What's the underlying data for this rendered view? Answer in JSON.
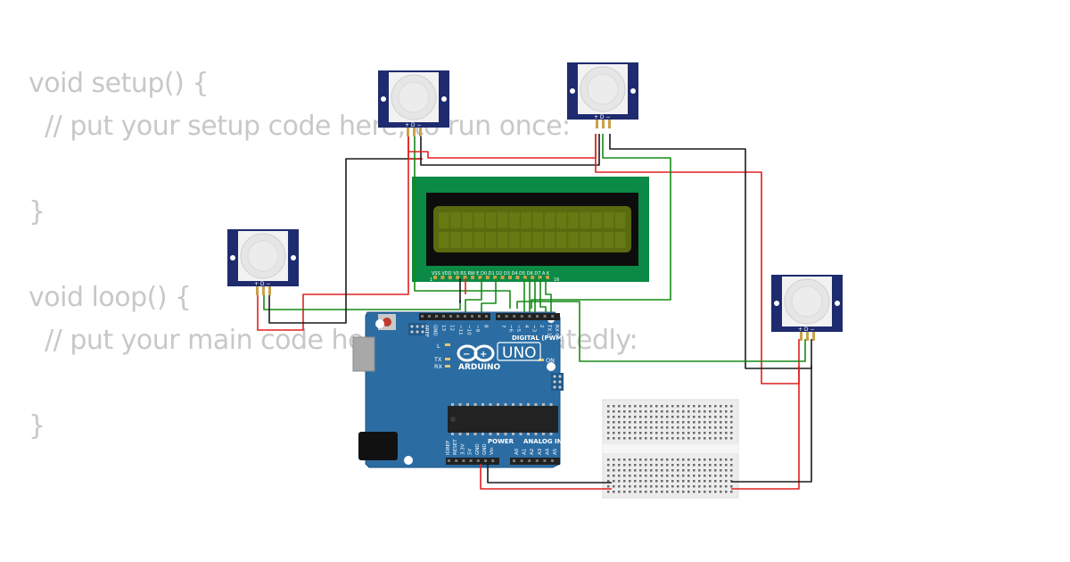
{
  "code_lines": [
    "void setup() {",
    "  // put your setup code here, to run once:",
    "",
    "}",
    "",
    "void loop() {",
    "  // put your main code here, to run repeatedly:",
    "",
    "}"
  ],
  "arduino": {
    "logo_text": "ARDUINO",
    "model": "UNO",
    "digital_label": "DIGITAL (PWM ~)",
    "power_label": "POWER",
    "analog_label": "ANALOG IN",
    "on_label": "ON",
    "tx_label": "TX",
    "rx_label": "RX",
    "l_label": "L",
    "digital_pins": [
      "AREF",
      "GND",
      "13",
      "12",
      "~11",
      "~10",
      "~9",
      "8",
      "7",
      "~6",
      "~5",
      "4",
      "~3",
      "2",
      "TX 1",
      "RX 0"
    ],
    "power_pins": [
      "IOREF",
      "RESET",
      "3.3V",
      "5V",
      "GND",
      "GND",
      "Vin"
    ],
    "analog_pins": [
      "A0",
      "A1",
      "A2",
      "A3",
      "A4",
      "A5"
    ]
  },
  "lcd": {
    "pin_labels": "VSS VDD V0 RS RW E D0 D1 D2 D3 D4 D5 D6 D7 A K",
    "pin_start": "1",
    "pin_end": "16"
  },
  "pir_pin_labels": "+ D −",
  "colors": {
    "wire_black": "#1a1a1a",
    "wire_red": "#e02020",
    "wire_green": "#168a16",
    "board_blue": "#2b6da3",
    "lcd_green": "#0a8a45",
    "lcd_screen": "#5a6a10",
    "pir_navy": "#1e2b6e",
    "code_gray": "#c8c8c8"
  }
}
